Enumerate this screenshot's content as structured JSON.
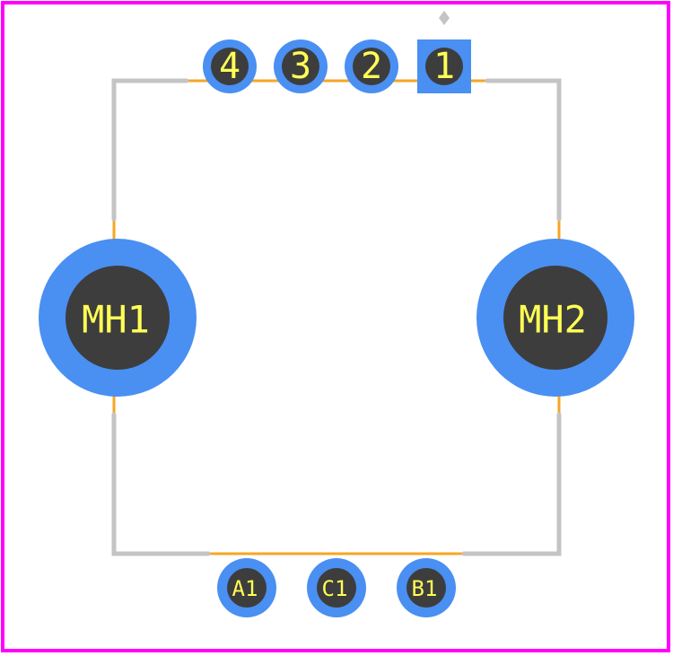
{
  "colors": {
    "background": "#ffffff",
    "courtyard": "#ff00ff",
    "silkscreen": "#c4c4c4",
    "fab_outline": "#f5a623",
    "pad_copper": "#4a8ff2",
    "pad_hole": "#3d3d3d",
    "pad_label": "#ffff55"
  },
  "pads": {
    "pin_4": "4",
    "pin_3": "3",
    "pin_2": "2",
    "pin_1": "1",
    "mh1": "MH1",
    "mh2": "MH2",
    "a1": "A1",
    "c1": "C1",
    "b1": "B1"
  },
  "icons": {
    "pin1_marker": "pin1-marker-icon"
  }
}
